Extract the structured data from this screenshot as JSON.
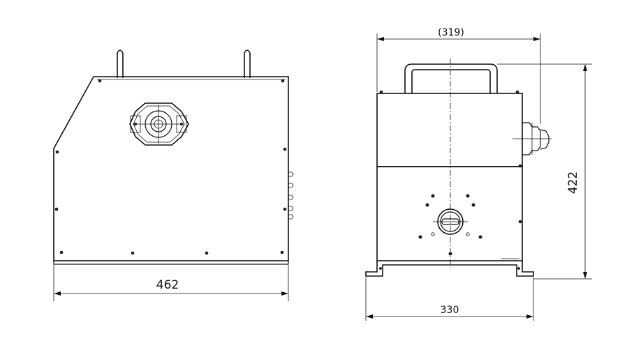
{
  "drawing": {
    "side_view": {
      "width_dimension": "462"
    },
    "front_view": {
      "top_dimension": "(319)",
      "bottom_dimension": "330",
      "height_dimension": "422"
    }
  }
}
